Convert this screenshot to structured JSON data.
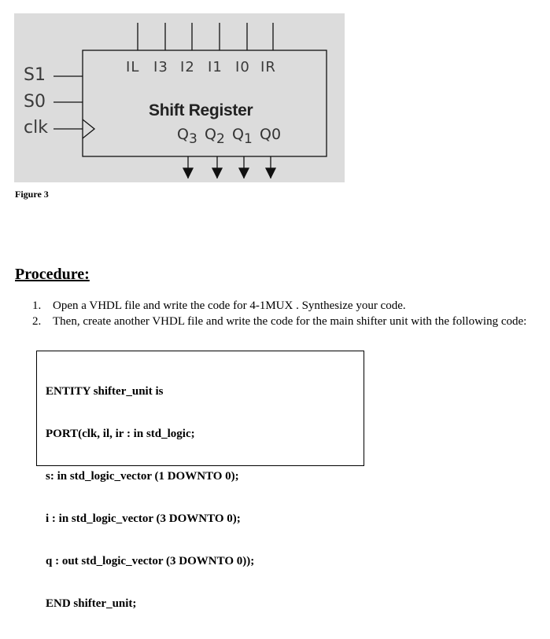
{
  "figure": {
    "control_labels": [
      "S1",
      "S0",
      "clk"
    ],
    "inputs": [
      {
        "main": "I",
        "sub": "L"
      },
      {
        "main": "I",
        "sub": "3"
      },
      {
        "main": "I",
        "sub": "2"
      },
      {
        "main": "I",
        "sub": "1"
      },
      {
        "main": "I",
        "sub": "0"
      },
      {
        "main": "I",
        "sub": "R"
      }
    ],
    "title": "Shift Register",
    "outputs": [
      {
        "main": "Q",
        "sub": "3"
      },
      {
        "main": "Q",
        "sub": "2"
      },
      {
        "main": "Q",
        "sub": "1"
      },
      {
        "main": "Q",
        "sub": "0"
      }
    ],
    "caption": "Figure 3",
    "colors": {
      "panel": "#dcdcdc",
      "lines": "#111111"
    }
  },
  "procedure": {
    "heading": "Procedure:",
    "steps": [
      {
        "num": "1.",
        "text": "Open a VHDL file and write the code for 4-1MUX . Synthesize your code."
      },
      {
        "num": "2.",
        "text": "Then, create another VHDL file and write the code for the main shifter unit with the following code:"
      }
    ],
    "code": [
      "ENTITY shifter_unit is",
      "PORT(clk, il, ir : in std_logic;",
      "s: in std_logic_vector (1 DOWNTO 0);",
      "i : in std_logic_vector (3 DOWNTO 0);",
      "q : out std_logic_vector (3 DOWNTO 0));",
      "END shifter_unit;"
    ]
  }
}
